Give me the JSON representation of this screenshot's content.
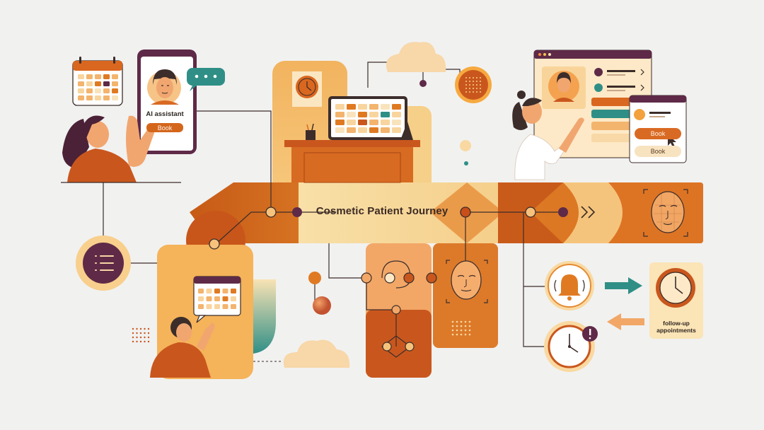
{
  "diagram": {
    "title": "Cosmetic Patient Journey",
    "phone": {
      "assistant_label": "AI assistant",
      "book_button": "Book"
    },
    "booking_panel": {
      "primary_button": "Book",
      "secondary_button": "Book"
    },
    "follow_up": {
      "line1": "follow-up",
      "line2": "appointments"
    },
    "colors": {
      "background": "#f1f1f0",
      "orange": "#e07a22",
      "dark_orange": "#c45a17",
      "peach": "#f6c27c",
      "cream": "#fbe4b6",
      "plum": "#5e2a47",
      "teal": "#2f8f86"
    },
    "icons": [
      "calendar-icon",
      "chat-bubble-icon",
      "clock-icon",
      "cloud-icon",
      "bell-icon",
      "alarm-clock-icon",
      "face-scan-icon",
      "menu-list-icon",
      "fast-forward-icon",
      "cursor-icon",
      "pencil-cup-icon"
    ]
  }
}
